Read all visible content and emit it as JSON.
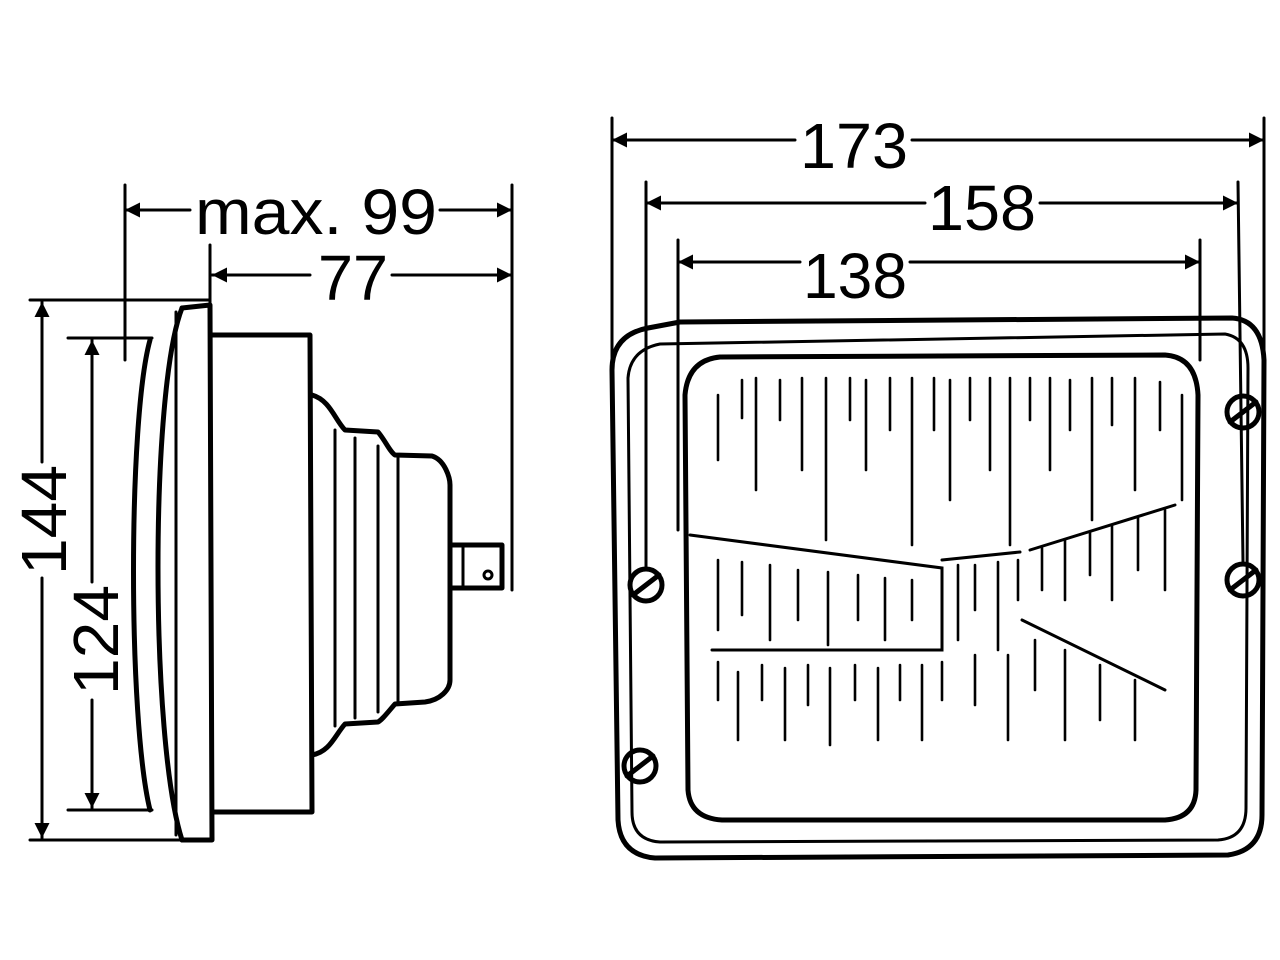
{
  "dimensions": {
    "side_view": {
      "max_depth": "max. 99",
      "depth": "77",
      "outer_height": "144",
      "inner_height": "124"
    },
    "front_view": {
      "overall_width": "173",
      "mount_width": "158",
      "lens_width": "138"
    }
  },
  "colors": {
    "line": "#000000",
    "background": "#ffffff"
  }
}
